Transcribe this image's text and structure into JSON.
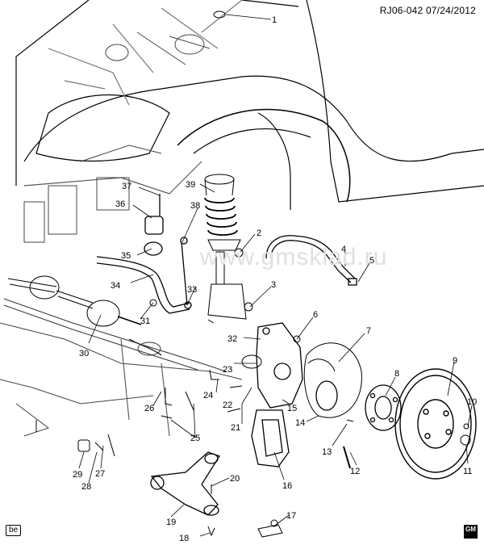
{
  "header": {
    "code": "RJ06-042",
    "date": "07/24/2012"
  },
  "footer": {
    "brand_badge": "be",
    "logo": "GM"
  },
  "watermark": {
    "text": "www.gmsklad.ru"
  },
  "callouts": [
    "1",
    "2",
    "3",
    "4",
    "5",
    "6",
    "7",
    "8",
    "9",
    "10",
    "11",
    "12",
    "13",
    "14",
    "15",
    "16",
    "17",
    "18",
    "19",
    "20",
    "21",
    "22",
    "23",
    "24",
    "25",
    "26",
    "27",
    "28",
    "29",
    "30",
    "31",
    "32",
    "33",
    "34",
    "35",
    "36",
    "37",
    "38",
    "39"
  ]
}
